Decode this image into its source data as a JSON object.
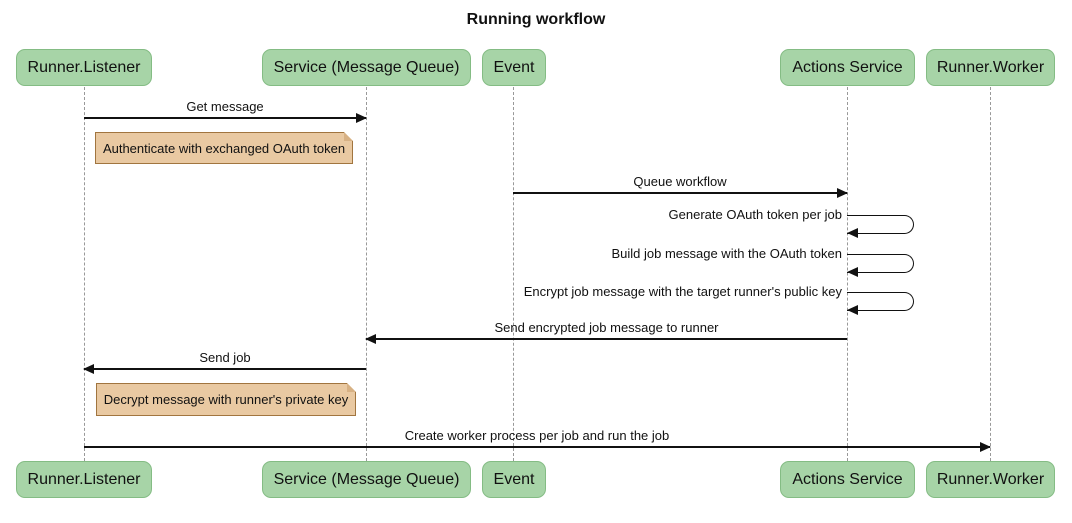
{
  "title": "Running workflow",
  "colors": {
    "actor_fill": "#a7d4a7",
    "actor_border": "#84bc84",
    "note_fill": "#e9c9a2",
    "note_border": "#a1753f",
    "note_fold": "#d7b184",
    "lifeline": "#999999",
    "arrow": "#111111"
  },
  "actors": [
    {
      "label": "Runner.Listener"
    },
    {
      "label": "Service (Message Queue)"
    },
    {
      "label": "Event"
    },
    {
      "label": "Actions Service"
    },
    {
      "label": "Runner.Worker"
    }
  ],
  "messages": [
    {
      "label": "Get message",
      "from": "Runner.Listener",
      "to": "Service (Message Queue)",
      "type": "solid"
    },
    {
      "label": "Queue workflow",
      "from": "Event",
      "to": "Actions Service",
      "type": "solid"
    },
    {
      "label": "Generate OAuth token per job",
      "from": "Actions Service",
      "to": "Actions Service",
      "type": "self"
    },
    {
      "label": "Build job message with the OAuth token",
      "from": "Actions Service",
      "to": "Actions Service",
      "type": "self"
    },
    {
      "label": "Encrypt job message with the target runner's public key",
      "from": "Actions Service",
      "to": "Actions Service",
      "type": "self"
    },
    {
      "label": "Send encrypted job message to runner",
      "from": "Actions Service",
      "to": "Service (Message Queue)",
      "type": "solid"
    },
    {
      "label": "Send job",
      "from": "Service (Message Queue)",
      "to": "Runner.Listener",
      "type": "solid"
    },
    {
      "label": "Create worker process per job and run the job",
      "from": "Runner.Listener",
      "to": "Runner.Worker",
      "type": "solid"
    }
  ],
  "notes": [
    {
      "text": "Authenticate with exchanged OAuth token",
      "over": "Runner.Listener"
    },
    {
      "text": "Decrypt message with runner's private key",
      "over": "Runner.Listener"
    }
  ]
}
